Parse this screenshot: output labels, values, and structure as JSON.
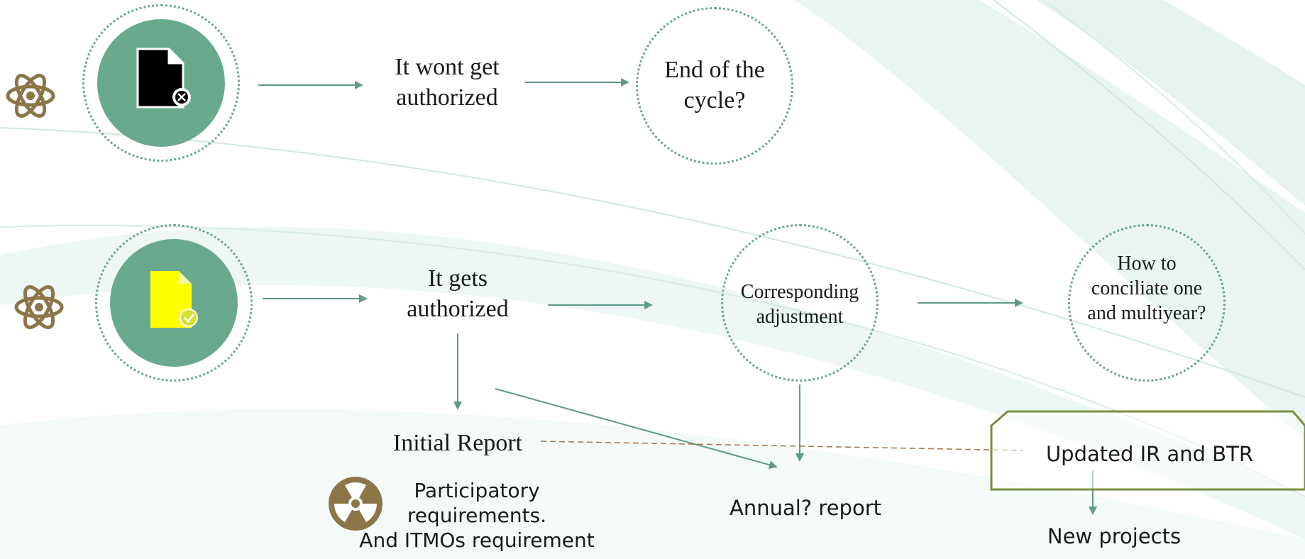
{
  "colors": {
    "teal": "#69aa8f",
    "arrow": "#5e9c84",
    "gold": "#8c7547",
    "olive": "#7a8f3a",
    "dashed": "#a77a4f",
    "doc_yellow": "#ffff00",
    "check_yellow": "#d7e12b"
  },
  "icons": {
    "atom_top": "atom-icon",
    "atom_bottom": "atom-icon",
    "rejected_doc": "file-rejected-icon",
    "approved_doc": "file-approved-icon",
    "radiation": "radiation-icon"
  },
  "nodes": {
    "not_authorized": "It wont get\nauthorized",
    "end_cycle": "End of the\ncycle?",
    "authorized": "It gets\nauthorized",
    "corresponding": "Corresponding\nadjustment",
    "conciliate": "How to\nconciliate one\nand multiyear?",
    "initial_report": "Initial Report",
    "participatory": "Participatory\nrequirements.\nAnd ITMOs requirement",
    "annual_report": "Annual? report",
    "updated": "Updated IR and BTR",
    "new_projects": "New projects"
  }
}
